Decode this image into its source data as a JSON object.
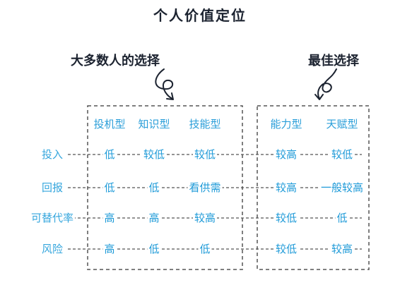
{
  "title": "个人价值定位",
  "callouts": {
    "majority": "大多数人的选择",
    "best": "最佳选择"
  },
  "columns": [
    "投机型",
    "知识型",
    "技能型",
    "能力型",
    "天赋型"
  ],
  "rows": [
    {
      "label": "投入",
      "cells": [
        "低",
        "较低",
        "较低",
        "较高",
        "较低"
      ]
    },
    {
      "label": "回报",
      "cells": [
        "低",
        "低",
        "看供需",
        "较高",
        "一般较高"
      ]
    },
    {
      "label": "可替代率",
      "cells": [
        "高",
        "高",
        "较高",
        "较低",
        "低"
      ]
    },
    {
      "label": "风险",
      "cells": [
        "高",
        "低",
        "低",
        "较低",
        "较高"
      ]
    }
  ],
  "colors": {
    "accent": "#2a9ed9",
    "text": "#1c2330",
    "border": "#555555"
  }
}
